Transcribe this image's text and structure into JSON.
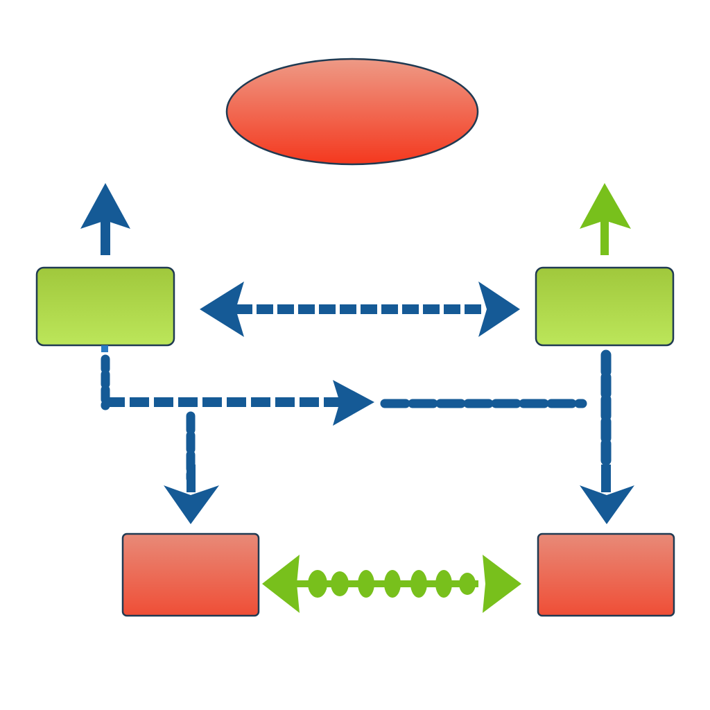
{
  "diagram": {
    "title": "",
    "colors": {
      "blue": "#155a96",
      "green": "#78c01c",
      "outline": "#1f3a52",
      "red_top": "#ee9a86",
      "red_bottom": "#f4381e",
      "green_top": "#a0c83c",
      "green_bottom": "#bce65a",
      "box_red_top": "#e88a78",
      "box_red_bottom": "#ef4e36"
    },
    "nodes": [
      {
        "id": "top-ellipse",
        "shape": "ellipse",
        "fill": "red",
        "label": ""
      },
      {
        "id": "left-green-box",
        "shape": "rounded-rect",
        "fill": "green",
        "label": ""
      },
      {
        "id": "right-green-box",
        "shape": "rounded-rect",
        "fill": "green",
        "label": ""
      },
      {
        "id": "left-red-box",
        "shape": "rounded-rect",
        "fill": "red",
        "label": ""
      },
      {
        "id": "right-red-box",
        "shape": "rounded-rect",
        "fill": "red",
        "label": ""
      }
    ],
    "edges": [
      {
        "from": "left-green-box",
        "to": "up",
        "style": "solid",
        "color": "blue",
        "direction": "up"
      },
      {
        "from": "right-green-box",
        "to": "up",
        "style": "solid",
        "color": "green",
        "direction": "up"
      },
      {
        "from": "left-green-box",
        "to": "right-green-box",
        "style": "dashed",
        "color": "blue",
        "direction": "both"
      },
      {
        "from": "left-green-box",
        "to": "right",
        "style": "dashed",
        "color": "blue",
        "direction": "right"
      },
      {
        "from": "dashed-line",
        "to": "left-red-box",
        "style": "dashed",
        "color": "blue",
        "direction": "down"
      },
      {
        "from": "right-green-box",
        "to": "right-red-box",
        "style": "dashed",
        "color": "blue",
        "direction": "down"
      },
      {
        "from": "left-red-box",
        "to": "right-red-box",
        "style": "beaded",
        "color": "green",
        "direction": "both"
      }
    ]
  }
}
